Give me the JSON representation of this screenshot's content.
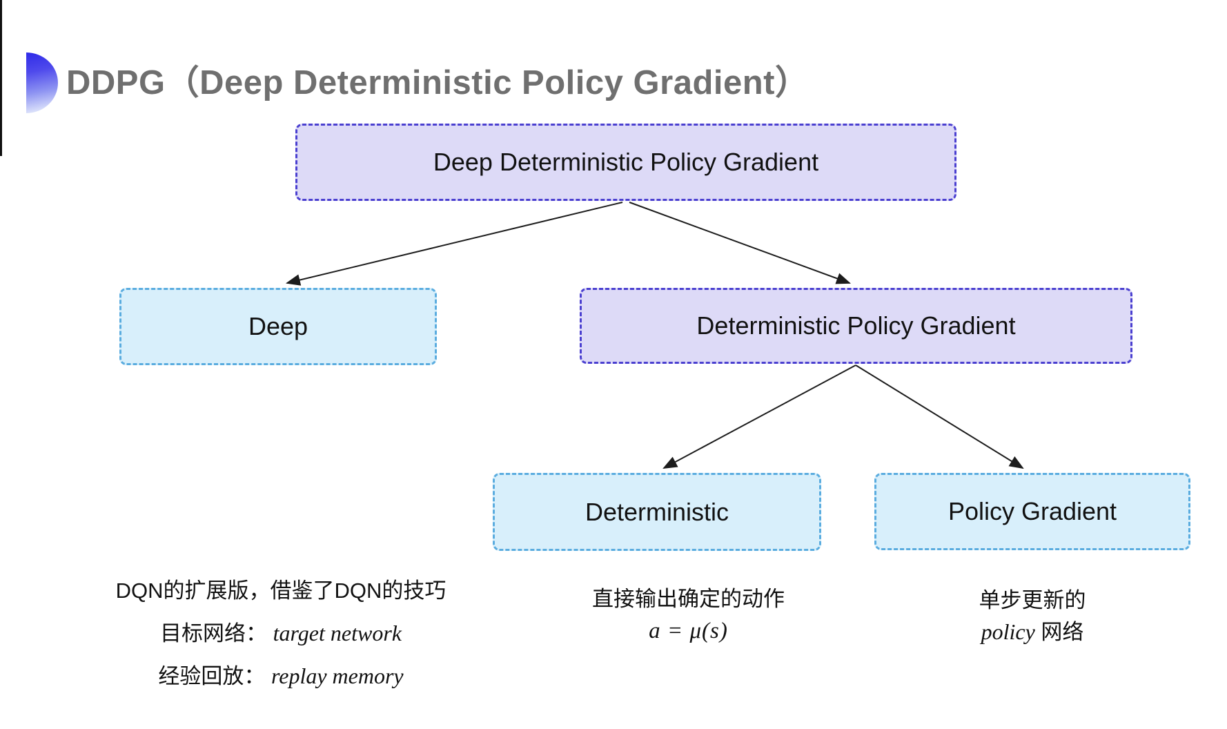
{
  "title": {
    "text": "DDPG（Deep Deterministic Policy Gradient）"
  },
  "colors": {
    "title_text": "#6f6f6f",
    "purple_fill": "#dddaf7",
    "purple_border": "#4a3fd0",
    "cyan_fill": "#d8effb",
    "cyan_border": "#5aacdf",
    "arrow": "#1c1c1c",
    "bullet_gradient_top": "#2f2be8",
    "bullet_gradient_bottom": "#f6f8fe"
  },
  "diagram": {
    "nodes": [
      {
        "id": "root",
        "label": "Deep Deterministic Policy Gradient",
        "variant": "purple"
      },
      {
        "id": "deep",
        "label": "Deep",
        "variant": "cyan"
      },
      {
        "id": "dpg",
        "label": "Deterministic Policy Gradient",
        "variant": "purple"
      },
      {
        "id": "deterministic",
        "label": "Deterministic",
        "variant": "cyan"
      },
      {
        "id": "policy-gradient",
        "label": "Policy Gradient",
        "variant": "cyan"
      }
    ],
    "edges": [
      {
        "from": "root",
        "to": "deep"
      },
      {
        "from": "root",
        "to": "dpg"
      },
      {
        "from": "dpg",
        "to": "deterministic"
      },
      {
        "from": "dpg",
        "to": "policy-gradient"
      }
    ]
  },
  "notes": {
    "deep": {
      "line1": "DQN的扩展版，借鉴了DQN的技巧",
      "line2_label": "目标网络：",
      "line2_term": "target network",
      "line3_label": "经验回放：",
      "line3_term": "replay memory"
    },
    "deterministic": {
      "line1": "直接输出确定的动作",
      "formula": "a = μ(s)"
    },
    "policy_gradient": {
      "line1": "单步更新的",
      "term": "policy",
      "suffix": " 网络"
    }
  }
}
